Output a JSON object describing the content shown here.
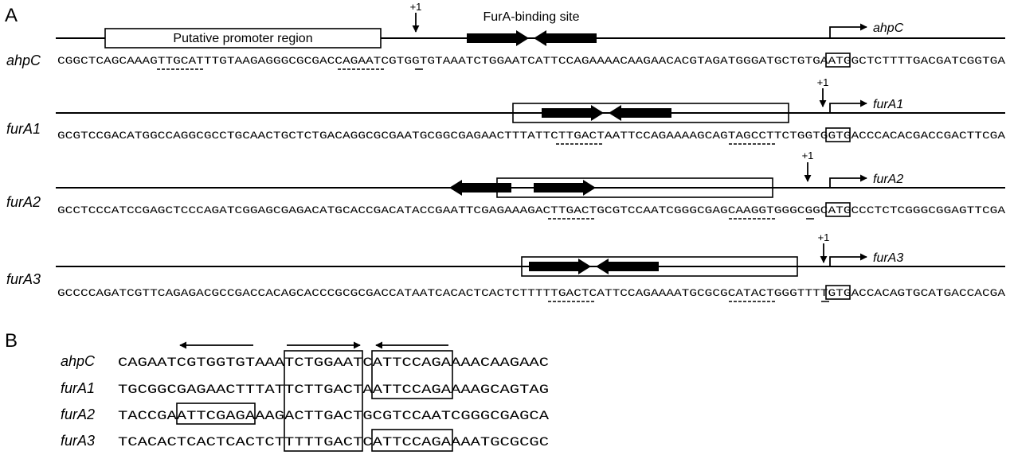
{
  "panel_a": {
    "label": "A",
    "promoter_label": "Putative promoter region",
    "binding_label": "FurA-binding site",
    "tss_label": "+1",
    "rows": [
      {
        "gene": "ahpC",
        "arrow_label": "ahpC",
        "sequence": "CGGCTCAGCAAAGTTGCATTTGTAAGAGGGCGCGACCAGAATCGTGGTGTAAATCTGGAATCATTCCAGAAAACAAGAACACGTAGATGGGATGCTGTGAATGGCTCTTTTGACGATCGGTGA"
      },
      {
        "gene": "furA1",
        "arrow_label": "furA1",
        "sequence": "GCGTCCGACATGGCCAGGCGCCTGCAACTGCTCTGACAGGCGCGAATGCGGCGAGAACTTTATTCTTGACTAATTCCAGAAAAGCAGTAGCCTTCTGGTGGTGACCCACACGACCGACTTCGA"
      },
      {
        "gene": "furA2",
        "arrow_label": "furA2",
        "sequence": "GCCTCCCATCCGAGCTCCCAGATCGGAGCGAGACATGCACCGACATACCGAATTCGAGAAAGACTTGACTGCGTCCAATCGGGCGAGCAAGGTGGGCGGCATGCCCTCTCGGGCGGAGTTCGA"
      },
      {
        "gene": "furA3",
        "arrow_label": "furA3",
        "sequence": "GCCCCAGATCGTTCAGAGACGCCGACCACAGCACCCGCGCGACCATAATCACACTCACTCTTTTTGACTCATTCCAGAAAATGCGCGCATACTGGGTTTTGTGACCACAGTGCATGACCACGA"
      }
    ]
  },
  "panel_b": {
    "label": "B",
    "rows": [
      {
        "gene": "ahpC",
        "sequence": "CAGAATCGTGGTGTAAATCTGGAATCATTCCAGAAAACAAGAAC"
      },
      {
        "gene": "furA1",
        "sequence": "TGCGGCGAGAACTTTATTCTTGACTAATTCCAGAAAAGCAGTAG"
      },
      {
        "gene": "furA2",
        "sequence": "TACCGAATTCGAGAAAGACTTGACTGCGTCCAATCGGGCGAGCA"
      },
      {
        "gene": "furA3",
        "sequence": "TCACACTCACTCACTCTTTTTGACTCATTCCAGAAAATGCGCGC"
      }
    ]
  }
}
